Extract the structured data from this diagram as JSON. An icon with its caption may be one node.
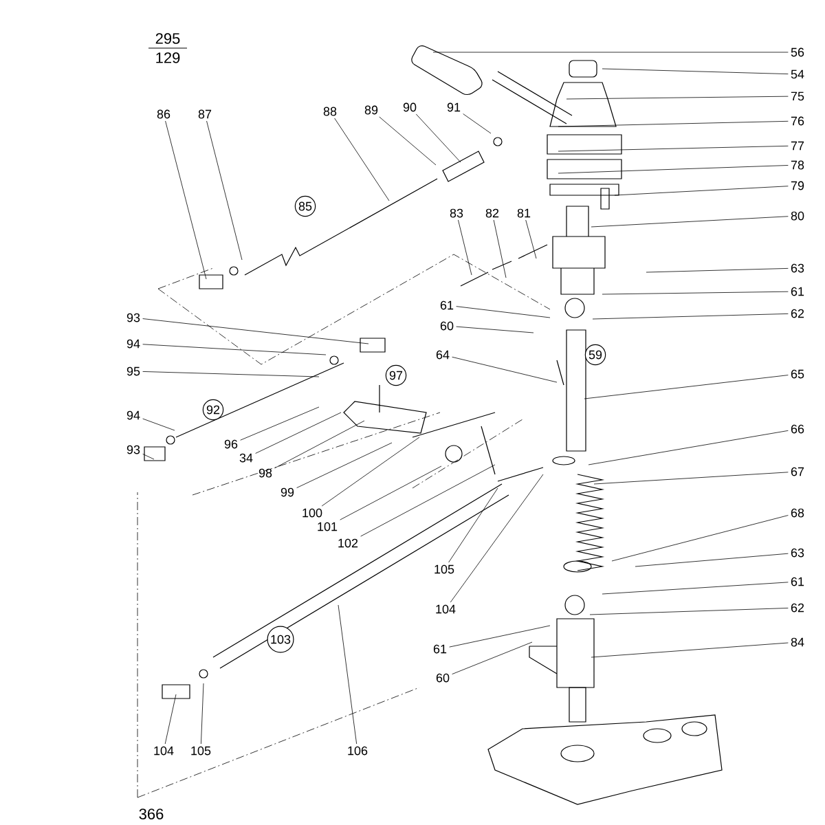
{
  "diagram": {
    "nodes": [
      {
        "text": [
          "56"
        ]
      },
      {
        "text": [
          "54"
        ]
      },
      {
        "text": [
          "75"
        ]
      },
      {
        "text": [
          "76"
        ]
      },
      {
        "text": [
          "77"
        ]
      },
      {
        "text": [
          "78"
        ]
      },
      {
        "text": [
          "79"
        ]
      },
      {
        "text": [
          "80"
        ]
      },
      {
        "text": [
          "86"
        ]
      },
      {
        "text": [
          "87"
        ]
      },
      {
        "text": [
          "88"
        ]
      },
      {
        "text": [
          "89"
        ]
      },
      {
        "text": [
          "90"
        ]
      },
      {
        "text": [
          "91"
        ]
      },
      {
        "text": [
          "85"
        ]
      },
      {
        "text": [
          "83"
        ]
      },
      {
        "text": [
          "82"
        ]
      },
      {
        "text": [
          "81"
        ]
      },
      {
        "text": [
          "63"
        ]
      },
      {
        "text": [
          "61"
        ]
      },
      {
        "text": [
          "61"
        ]
      },
      {
        "text": [
          "62"
        ]
      },
      {
        "text": [
          "93"
        ]
      },
      {
        "text": [
          "60"
        ]
      },
      {
        "text": [
          "94"
        ]
      },
      {
        "text": [
          "64"
        ]
      },
      {
        "text": [
          "59"
        ]
      },
      {
        "text": [
          "95"
        ]
      },
      {
        "text": [
          "65"
        ]
      },
      {
        "text": [
          "97"
        ]
      },
      {
        "text": [
          "92"
        ]
      },
      {
        "text": [
          "94"
        ]
      },
      {
        "text": [
          "66"
        ]
      },
      {
        "text": [
          "93"
        ]
      },
      {
        "text": [
          "96"
        ]
      },
      {
        "text": [
          "34"
        ]
      },
      {
        "text": [
          "98"
        ]
      },
      {
        "text": [
          "67"
        ]
      },
      {
        "text": [
          "99"
        ]
      },
      {
        "text": [
          "100"
        ]
      },
      {
        "text": [
          "68"
        ]
      },
      {
        "text": [
          "101"
        ]
      },
      {
        "text": [
          "102"
        ]
      },
      {
        "text": [
          "63"
        ]
      },
      {
        "text": [
          "105"
        ]
      },
      {
        "text": [
          "61"
        ]
      },
      {
        "text": [
          "62"
        ]
      },
      {
        "text": [
          "104"
        ]
      },
      {
        "text": [
          "103"
        ]
      },
      {
        "text": [
          "84"
        ]
      },
      {
        "text": [
          "61"
        ]
      },
      {
        "text": [
          "60"
        ]
      },
      {
        "text": [
          "104"
        ]
      },
      {
        "text": [
          "105"
        ]
      },
      {
        "text": [
          "106"
        ]
      }
    ],
    "edges": [
      {
        "from": 0,
        "to": null,
        "arrow": "none"
      },
      {
        "from": 1,
        "to": null,
        "arrow": "none"
      },
      {
        "from": 2,
        "to": null,
        "arrow": "none"
      },
      {
        "from": 3,
        "to": null,
        "arrow": "none"
      },
      {
        "from": 4,
        "to": null,
        "arrow": "none"
      },
      {
        "from": 5,
        "to": null,
        "arrow": "none"
      },
      {
        "from": 6,
        "to": null,
        "arrow": "none"
      },
      {
        "from": 7,
        "to": null,
        "arrow": "none"
      },
      {
        "from": 8,
        "to": null,
        "arrow": "none"
      },
      {
        "from": 9,
        "to": null,
        "arrow": "none"
      },
      {
        "from": 10,
        "to": null,
        "arrow": "none"
      },
      {
        "from": 11,
        "to": null,
        "arrow": "none"
      },
      {
        "from": 12,
        "to": null,
        "arrow": "none"
      },
      {
        "from": 13,
        "to": null,
        "arrow": "none"
      },
      {
        "from": 15,
        "to": null,
        "arrow": "none"
      },
      {
        "from": 16,
        "to": null,
        "arrow": "none"
      },
      {
        "from": 17,
        "to": null,
        "arrow": "none"
      },
      {
        "from": 18,
        "to": null,
        "arrow": "none"
      },
      {
        "from": 19,
        "to": null,
        "arrow": "none"
      },
      {
        "from": 20,
        "to": null,
        "arrow": "none"
      },
      {
        "from": 21,
        "to": null,
        "arrow": "none"
      },
      {
        "from": 22,
        "to": null,
        "arrow": "none"
      },
      {
        "from": 23,
        "to": null,
        "arrow": "none"
      },
      {
        "from": 24,
        "to": null,
        "arrow": "none"
      },
      {
        "from": 25,
        "to": null,
        "arrow": "none"
      },
      {
        "from": 27,
        "to": null,
        "arrow": "none"
      },
      {
        "from": 28,
        "to": null,
        "arrow": "none"
      },
      {
        "from": 31,
        "to": null,
        "arrow": "none"
      },
      {
        "from": 32,
        "to": null,
        "arrow": "none"
      },
      {
        "from": 33,
        "to": null,
        "arrow": "none"
      },
      {
        "from": 34,
        "to": null,
        "arrow": "none"
      },
      {
        "from": 35,
        "to": null,
        "arrow": "none"
      },
      {
        "from": 36,
        "to": null,
        "arrow": "none"
      },
      {
        "from": 37,
        "to": null,
        "arrow": "none"
      },
      {
        "from": 38,
        "to": null,
        "arrow": "none"
      },
      {
        "from": 39,
        "to": null,
        "arrow": "none"
      },
      {
        "from": 40,
        "to": null,
        "arrow": "none"
      },
      {
        "from": 41,
        "to": null,
        "arrow": "none"
      },
      {
        "from": 42,
        "to": null,
        "arrow": "none"
      },
      {
        "from": 43,
        "to": null,
        "arrow": "none"
      },
      {
        "from": 44,
        "to": null,
        "arrow": "none"
      },
      {
        "from": 45,
        "to": null,
        "arrow": "none"
      },
      {
        "from": 46,
        "to": null,
        "arrow": "none"
      },
      {
        "from": 47,
        "to": null,
        "arrow": "none"
      },
      {
        "from": 49,
        "to": null,
        "arrow": "none"
      },
      {
        "from": 50,
        "to": null,
        "arrow": "none"
      },
      {
        "from": 51,
        "to": null,
        "arrow": "none"
      },
      {
        "from": 52,
        "to": null,
        "arrow": "none"
      },
      {
        "from": 53,
        "to": null,
        "arrow": "none"
      },
      {
        "from": 54,
        "to": null,
        "arrow": "none"
      }
    ],
    "labels": [
      "295",
      "129",
      "366"
    ]
  }
}
